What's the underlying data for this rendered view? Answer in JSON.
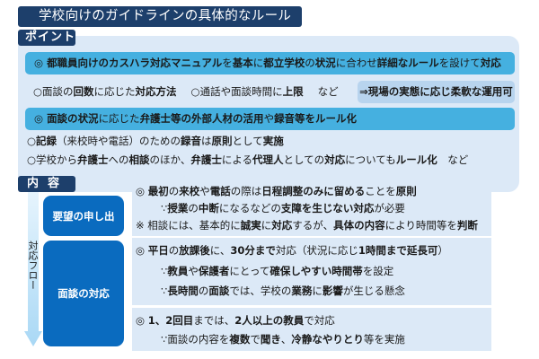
{
  "title": "学校向けのガイドラインの具体的なルール",
  "point_section": {
    "tag": "ポイント",
    "row1": {
      "mark": "◎",
      "parts": [
        "都職員向けのカスハラ対応マニュアル",
        "を",
        "基本",
        "に",
        "都立学校",
        "の",
        "状況",
        "に合わせ",
        "詳細なルール",
        "を",
        "設けて",
        "対応"
      ]
    },
    "row2": {
      "item1": [
        "○面談の",
        "回数",
        "に応じた",
        "対応方法"
      ],
      "item2": [
        "○通話や面談時間",
        "に",
        "上限"
      ],
      "suffix": "など",
      "highlight": "⇒現場の実態に応じ柔軟な運用可"
    },
    "row3": {
      "mark": "◎",
      "parts": [
        "面談の",
        "状況",
        "に応じた",
        "弁護士等の外部人材の活用",
        "や",
        "録音等をルール化"
      ]
    },
    "row4": [
      "○",
      "記録",
      "（来校時や電話）のための",
      "録音",
      "は",
      "原則",
      "として",
      "実施"
    ],
    "row5": [
      "○学校から",
      "弁護士",
      "への",
      "相談",
      "のほか、",
      "弁護士",
      "による",
      "代理人",
      "としての",
      "対応",
      "についても",
      "ルール化",
      "　など"
    ]
  },
  "content_section": {
    "tag": "内容",
    "flow_label": "対応フロー",
    "steps": [
      {
        "label": "要望の申し出",
        "lines": [
          [
            "◎ ",
            "最初",
            "の",
            "来校",
            "や",
            "電話",
            "の際は",
            "日程調整のみに留める",
            "ことを",
            "原則"
          ],
          [
            "∵",
            "授業",
            "の",
            "中断",
            "になるなどの",
            "支障を生じない対応",
            "が必要"
          ],
          [
            "※  相談には、基本的に",
            "誠実",
            "に",
            "対応",
            "するが、",
            "具体の内容",
            "により時間等を",
            "判断"
          ]
        ]
      },
      {
        "label": "面談の対応",
        "panels": [
          [
            [
              "◎ ",
              "平日",
              "の",
              "放課後",
              "に、",
              "30分まで",
              "対応（状況に応じ",
              "1時間まで延長可",
              "）"
            ],
            [
              "∵",
              "教員",
              "や",
              "保護者",
              "にとって",
              "確保しやすい時間帯",
              "を設定"
            ],
            [
              "∵",
              "長時間",
              "の",
              "面談",
              "では、学校の",
              "業務",
              "に",
              "影響",
              "が生じる懸念"
            ]
          ],
          [
            [
              "◎ ",
              "1、2回目",
              "までは、",
              "2人以上の教員",
              "で対応"
            ],
            [
              "∵面談の内容を",
              "複数",
              "で",
              "聞き",
              "、",
              "冷静なやりとり",
              "等を実施"
            ]
          ]
        ]
      }
    ]
  },
  "colors": {
    "navy": "#1d3f6b",
    "panel_light_blue": "#dce9f7",
    "cyan_bar": "#45b0e0",
    "highlight_box": "#b8d4ee",
    "step_blue": "#0a6bbf",
    "arrow_light": "#bfe3f8"
  }
}
